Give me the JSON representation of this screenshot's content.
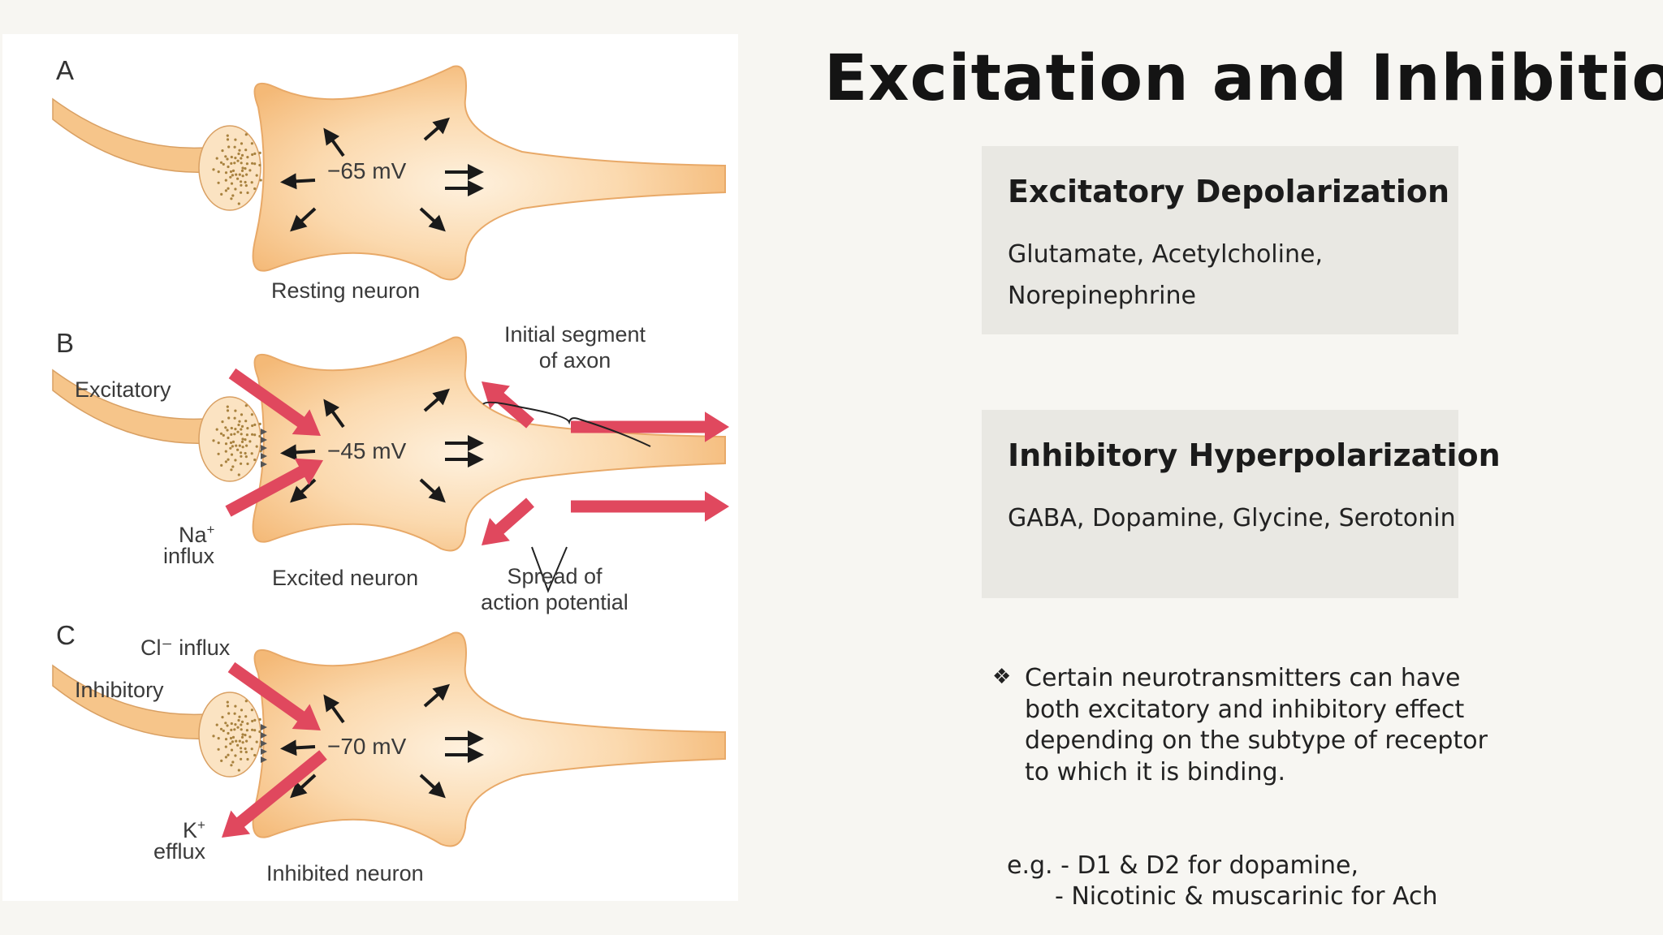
{
  "slide": {
    "title": "Excitation and Inhibition"
  },
  "figure": {
    "panels": [
      {
        "letter": "A",
        "potential": "−65 mV",
        "caption": "Resting neuron"
      },
      {
        "letter": "B",
        "potential": "−45 mV",
        "caption": "Excited neuron"
      },
      {
        "letter": "C",
        "potential": "−70 mV",
        "caption": "Inhibited neuron"
      }
    ],
    "labels": {
      "excitatory": "Excitatory",
      "na": "Na",
      "na_sup": "+",
      "influx": "influx",
      "initial_segment_1": "Initial segment",
      "initial_segment_2": "of axon",
      "spread_1": "Spread of",
      "spread_2": "action potential",
      "cl_influx": "Cl⁻ influx",
      "inhibitory": "Inhibitory",
      "k": "K",
      "k_sup": "+",
      "efflux": "efflux"
    },
    "colors": {
      "soma": "#f6c58a",
      "soma_light": "#fdebd3",
      "ion_arrow": "#e0485e"
    }
  },
  "cards": [
    {
      "heading": "Excitatory Depolarization",
      "lines": [
        "Glutamate, Acetylcholine,",
        "Norepinephrine"
      ]
    },
    {
      "heading": "Inhibitory Hyperpolarization",
      "lines": [
        "GABA, Dopamine, Glycine, Serotonin"
      ]
    }
  ],
  "note": {
    "bullet_icon": "four-diamond-bullet-icon",
    "bullet": "❖",
    "text": "Certain neurotransmitters can have both excitatory and inhibitory effect depending on the subtype of receptor to which it is binding.",
    "examples": [
      "e.g. - D1 & D2 for dopamine,",
      "- Nicotinic & muscarinic for Ach"
    ]
  }
}
